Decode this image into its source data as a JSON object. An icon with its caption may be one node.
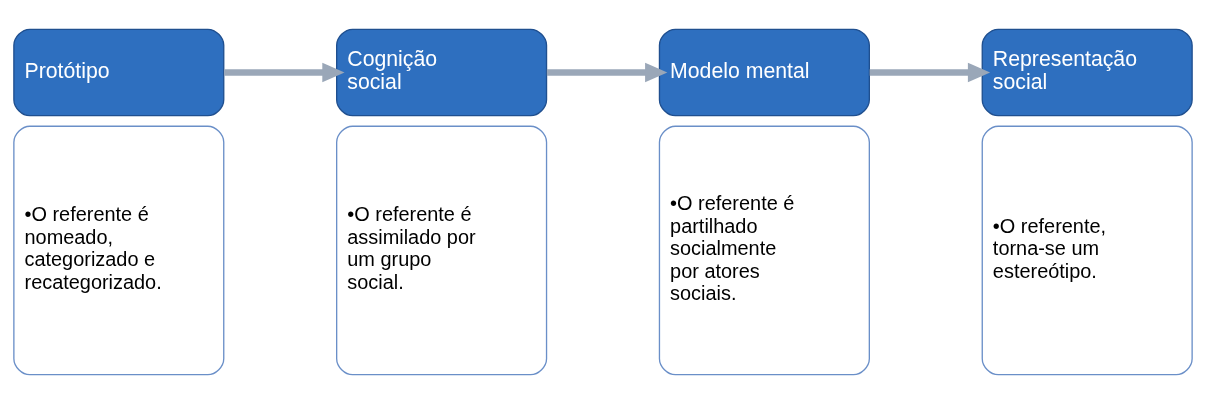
{
  "diagram": {
    "nodes": [
      {
        "text": [
          "Protótipo"
        ]
      },
      {
        "text": [
          "•O referente é nomeado, categorizado e recategorizado."
        ]
      },
      {
        "text": [
          "Cognição social"
        ]
      },
      {
        "text": [
          "•O referente é assimilado por um grupo social."
        ]
      },
      {
        "text": [
          "Modelo mental"
        ]
      },
      {
        "text": [
          "•O referente é partilhado socialmente por atores sociais."
        ]
      },
      {
        "text": [
          "Representação social"
        ]
      },
      {
        "text": [
          "•O referente, torna-se um estereótipo."
        ]
      }
    ],
    "edges": [
      {
        "from": 0,
        "to": 2,
        "arrow": "to"
      },
      {
        "from": 2,
        "to": 4,
        "arrow": "to"
      },
      {
        "from": 4,
        "to": 6,
        "arrow": "to"
      }
    ]
  }
}
